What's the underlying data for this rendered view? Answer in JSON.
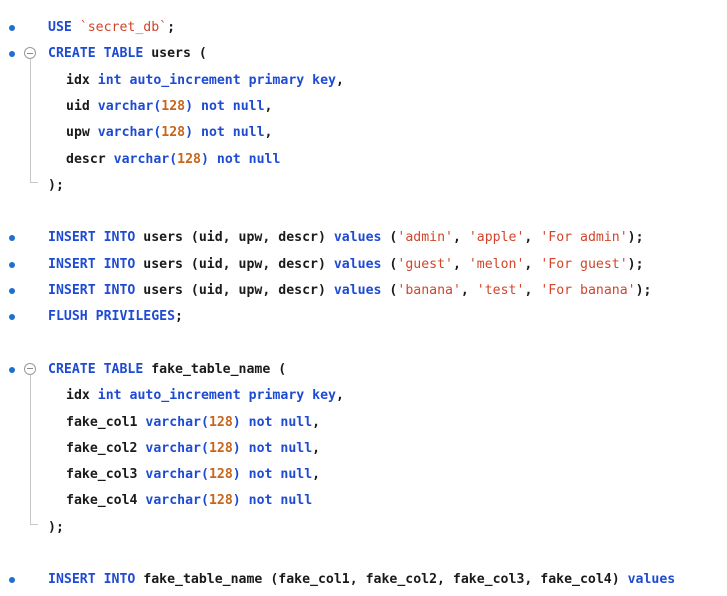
{
  "editor": {
    "lines": [
      {
        "marker": true,
        "fold": false,
        "indent": 0,
        "tokens": [
          [
            "kw",
            "USE "
          ],
          [
            "str",
            "`secret_db`"
          ],
          [
            "plain",
            ";"
          ]
        ]
      },
      {
        "marker": true,
        "fold": true,
        "indent": 0,
        "tokens": [
          [
            "kw",
            "CREATE TABLE "
          ],
          [
            "plain",
            "users ("
          ]
        ]
      },
      {
        "marker": false,
        "fold": false,
        "indent": 1,
        "tokens": [
          [
            "plain",
            "idx "
          ],
          [
            "tp",
            "int auto_increment primary key"
          ],
          [
            "plain",
            ","
          ]
        ]
      },
      {
        "marker": false,
        "fold": false,
        "indent": 1,
        "tokens": [
          [
            "plain",
            "uid "
          ],
          [
            "tp",
            "varchar("
          ],
          [
            "num",
            "128"
          ],
          [
            "tp",
            ") not null"
          ],
          [
            "plain",
            ","
          ]
        ]
      },
      {
        "marker": false,
        "fold": false,
        "indent": 1,
        "tokens": [
          [
            "plain",
            "upw "
          ],
          [
            "tp",
            "varchar("
          ],
          [
            "num",
            "128"
          ],
          [
            "tp",
            ") not null"
          ],
          [
            "plain",
            ","
          ]
        ]
      },
      {
        "marker": false,
        "fold": false,
        "indent": 1,
        "tokens": [
          [
            "plain",
            "descr "
          ],
          [
            "tp",
            "varchar("
          ],
          [
            "num",
            "128"
          ],
          [
            "tp",
            ") not null"
          ]
        ]
      },
      {
        "marker": false,
        "fold": false,
        "indent": 0,
        "closing": true,
        "tokens": [
          [
            "plain",
            ");"
          ]
        ]
      },
      {
        "marker": false,
        "fold": false,
        "indent": 0,
        "tokens": []
      },
      {
        "marker": true,
        "fold": false,
        "indent": 0,
        "tokens": [
          [
            "kw",
            "INSERT INTO "
          ],
          [
            "plain",
            "users (uid, upw, descr) "
          ],
          [
            "kw",
            "values "
          ],
          [
            "plain",
            "("
          ],
          [
            "str",
            "'admin'"
          ],
          [
            "plain",
            ", "
          ],
          [
            "str",
            "'apple'"
          ],
          [
            "plain",
            ", "
          ],
          [
            "str",
            "'For admin'"
          ],
          [
            "plain",
            ");"
          ]
        ]
      },
      {
        "marker": true,
        "fold": false,
        "indent": 0,
        "tokens": [
          [
            "kw",
            "INSERT INTO "
          ],
          [
            "plain",
            "users (uid, upw, descr) "
          ],
          [
            "kw",
            "values "
          ],
          [
            "plain",
            "("
          ],
          [
            "str",
            "'guest'"
          ],
          [
            "plain",
            ", "
          ],
          [
            "str",
            "'melon'"
          ],
          [
            "plain",
            ", "
          ],
          [
            "str",
            "'For guest'"
          ],
          [
            "plain",
            ");"
          ]
        ]
      },
      {
        "marker": true,
        "fold": false,
        "indent": 0,
        "tokens": [
          [
            "kw",
            "INSERT INTO "
          ],
          [
            "plain",
            "users (uid, upw, descr) "
          ],
          [
            "kw",
            "values "
          ],
          [
            "plain",
            "("
          ],
          [
            "str",
            "'banana'"
          ],
          [
            "plain",
            ", "
          ],
          [
            "str",
            "'test'"
          ],
          [
            "plain",
            ", "
          ],
          [
            "str",
            "'For banana'"
          ],
          [
            "plain",
            ");"
          ]
        ]
      },
      {
        "marker": true,
        "fold": false,
        "indent": 0,
        "tokens": [
          [
            "kw",
            "FLUSH PRIVILEGES"
          ],
          [
            "plain",
            ";"
          ]
        ]
      },
      {
        "marker": false,
        "fold": false,
        "indent": 0,
        "tokens": []
      },
      {
        "marker": true,
        "fold": true,
        "indent": 0,
        "tokens": [
          [
            "kw",
            "CREATE TABLE "
          ],
          [
            "plain",
            "fake_table_name ("
          ]
        ]
      },
      {
        "marker": false,
        "fold": false,
        "indent": 1,
        "tokens": [
          [
            "plain",
            "idx "
          ],
          [
            "tp",
            "int auto_increment primary key"
          ],
          [
            "plain",
            ","
          ]
        ]
      },
      {
        "marker": false,
        "fold": false,
        "indent": 1,
        "tokens": [
          [
            "plain",
            "fake_col1 "
          ],
          [
            "tp",
            "varchar("
          ],
          [
            "num",
            "128"
          ],
          [
            "tp",
            ") not null"
          ],
          [
            "plain",
            ","
          ]
        ]
      },
      {
        "marker": false,
        "fold": false,
        "indent": 1,
        "tokens": [
          [
            "plain",
            "fake_col2 "
          ],
          [
            "tp",
            "varchar("
          ],
          [
            "num",
            "128"
          ],
          [
            "tp",
            ") not null"
          ],
          [
            "plain",
            ","
          ]
        ]
      },
      {
        "marker": false,
        "fold": false,
        "indent": 1,
        "tokens": [
          [
            "plain",
            "fake_col3 "
          ],
          [
            "tp",
            "varchar("
          ],
          [
            "num",
            "128"
          ],
          [
            "tp",
            ") not null"
          ],
          [
            "plain",
            ","
          ]
        ]
      },
      {
        "marker": false,
        "fold": false,
        "indent": 1,
        "tokens": [
          [
            "plain",
            "fake_col4 "
          ],
          [
            "tp",
            "varchar("
          ],
          [
            "num",
            "128"
          ],
          [
            "tp",
            ") not null"
          ]
        ]
      },
      {
        "marker": false,
        "fold": false,
        "indent": 0,
        "closing": true,
        "tokens": [
          [
            "plain",
            ");"
          ]
        ]
      },
      {
        "marker": false,
        "fold": false,
        "indent": 0,
        "tokens": []
      },
      {
        "marker": true,
        "fold": false,
        "indent": 0,
        "tokens": [
          [
            "kw",
            "INSERT INTO "
          ],
          [
            "plain",
            "fake_table_name (fake_col1, fake_col2, fake_col3, fake_col4) "
          ],
          [
            "kw",
            "values"
          ]
        ]
      }
    ]
  },
  "colors": {
    "keyword": "#1e4bd4",
    "string": "#d2452b",
    "number": "#c9651a",
    "marker": "#1e6fd0"
  }
}
